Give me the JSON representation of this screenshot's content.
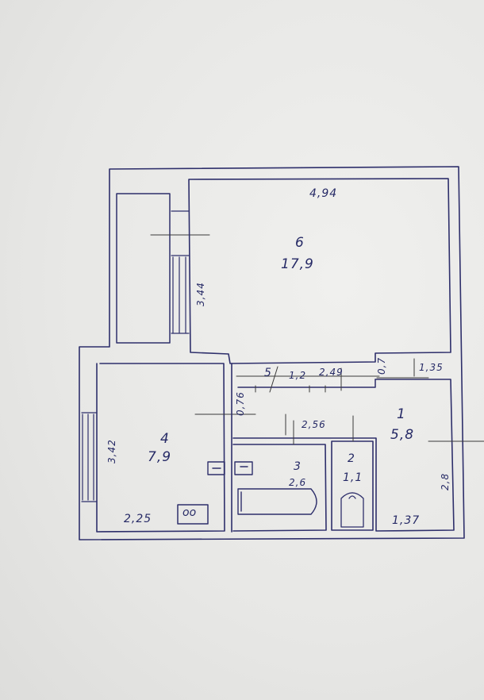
{
  "rooms": [
    {
      "number": "6",
      "area": "17,9"
    },
    {
      "number": "4",
      "area": "7,9"
    },
    {
      "number": "3",
      "area": "2,6"
    },
    {
      "number": "2",
      "area": "1,1"
    },
    {
      "number": "1",
      "area": "5,8"
    },
    {
      "number": "5",
      "area": "1,2"
    }
  ],
  "dimensions": {
    "room6_width": "4,94",
    "room6_depth": "3,44",
    "room4_depth": "3,42",
    "room4_width": "2,25",
    "hall_width": "2,56",
    "corridor_length": "2,49",
    "hall_right": "1,35",
    "door_small": "0,7",
    "wall_076": "0,76",
    "hall_bottom": "1,37",
    "hall_side": "2,8"
  },
  "stove_label": "oo"
}
